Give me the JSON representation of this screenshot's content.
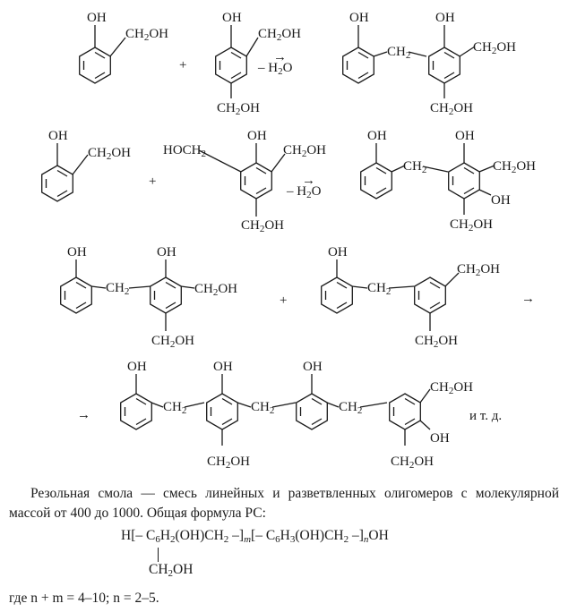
{
  "reaction_scheme": {
    "labels": {
      "oh": "OH",
      "ch2oh": "CH",
      "ch2oh_sub": "2",
      "ch2oh_tail": "OH",
      "hoch2": "HOCH",
      "ch2_bridge": "CH",
      "plus": "+",
      "arrow": "→",
      "minus_water": "– H",
      "water_sub": "2",
      "water_tail": "O",
      "etc": "и т. д."
    }
  },
  "text": {
    "paragraph": "Резольная смола — смесь линейных и разветвленных олигомеров с молекулярной массой от 400 до 1000. Общая формула РС:",
    "formula": {
      "p1": "H[– C",
      "s1": "6",
      "p2": "H",
      "s2": "2",
      "p3": "(OH)CH",
      "s3": "2",
      "p4": " –]",
      "m": "m",
      "p5": "[– C",
      "s4": "6",
      "p6": "H",
      "s5": "3",
      "p7": "(OH)CH",
      "s6": "2",
      "p8": " –]",
      "n": "n",
      "p9": "OH",
      "branch": "CH",
      "branch_sub": "2",
      "branch_tail": "OH"
    },
    "where": "где n + m = 4–10; n = 2–5."
  }
}
